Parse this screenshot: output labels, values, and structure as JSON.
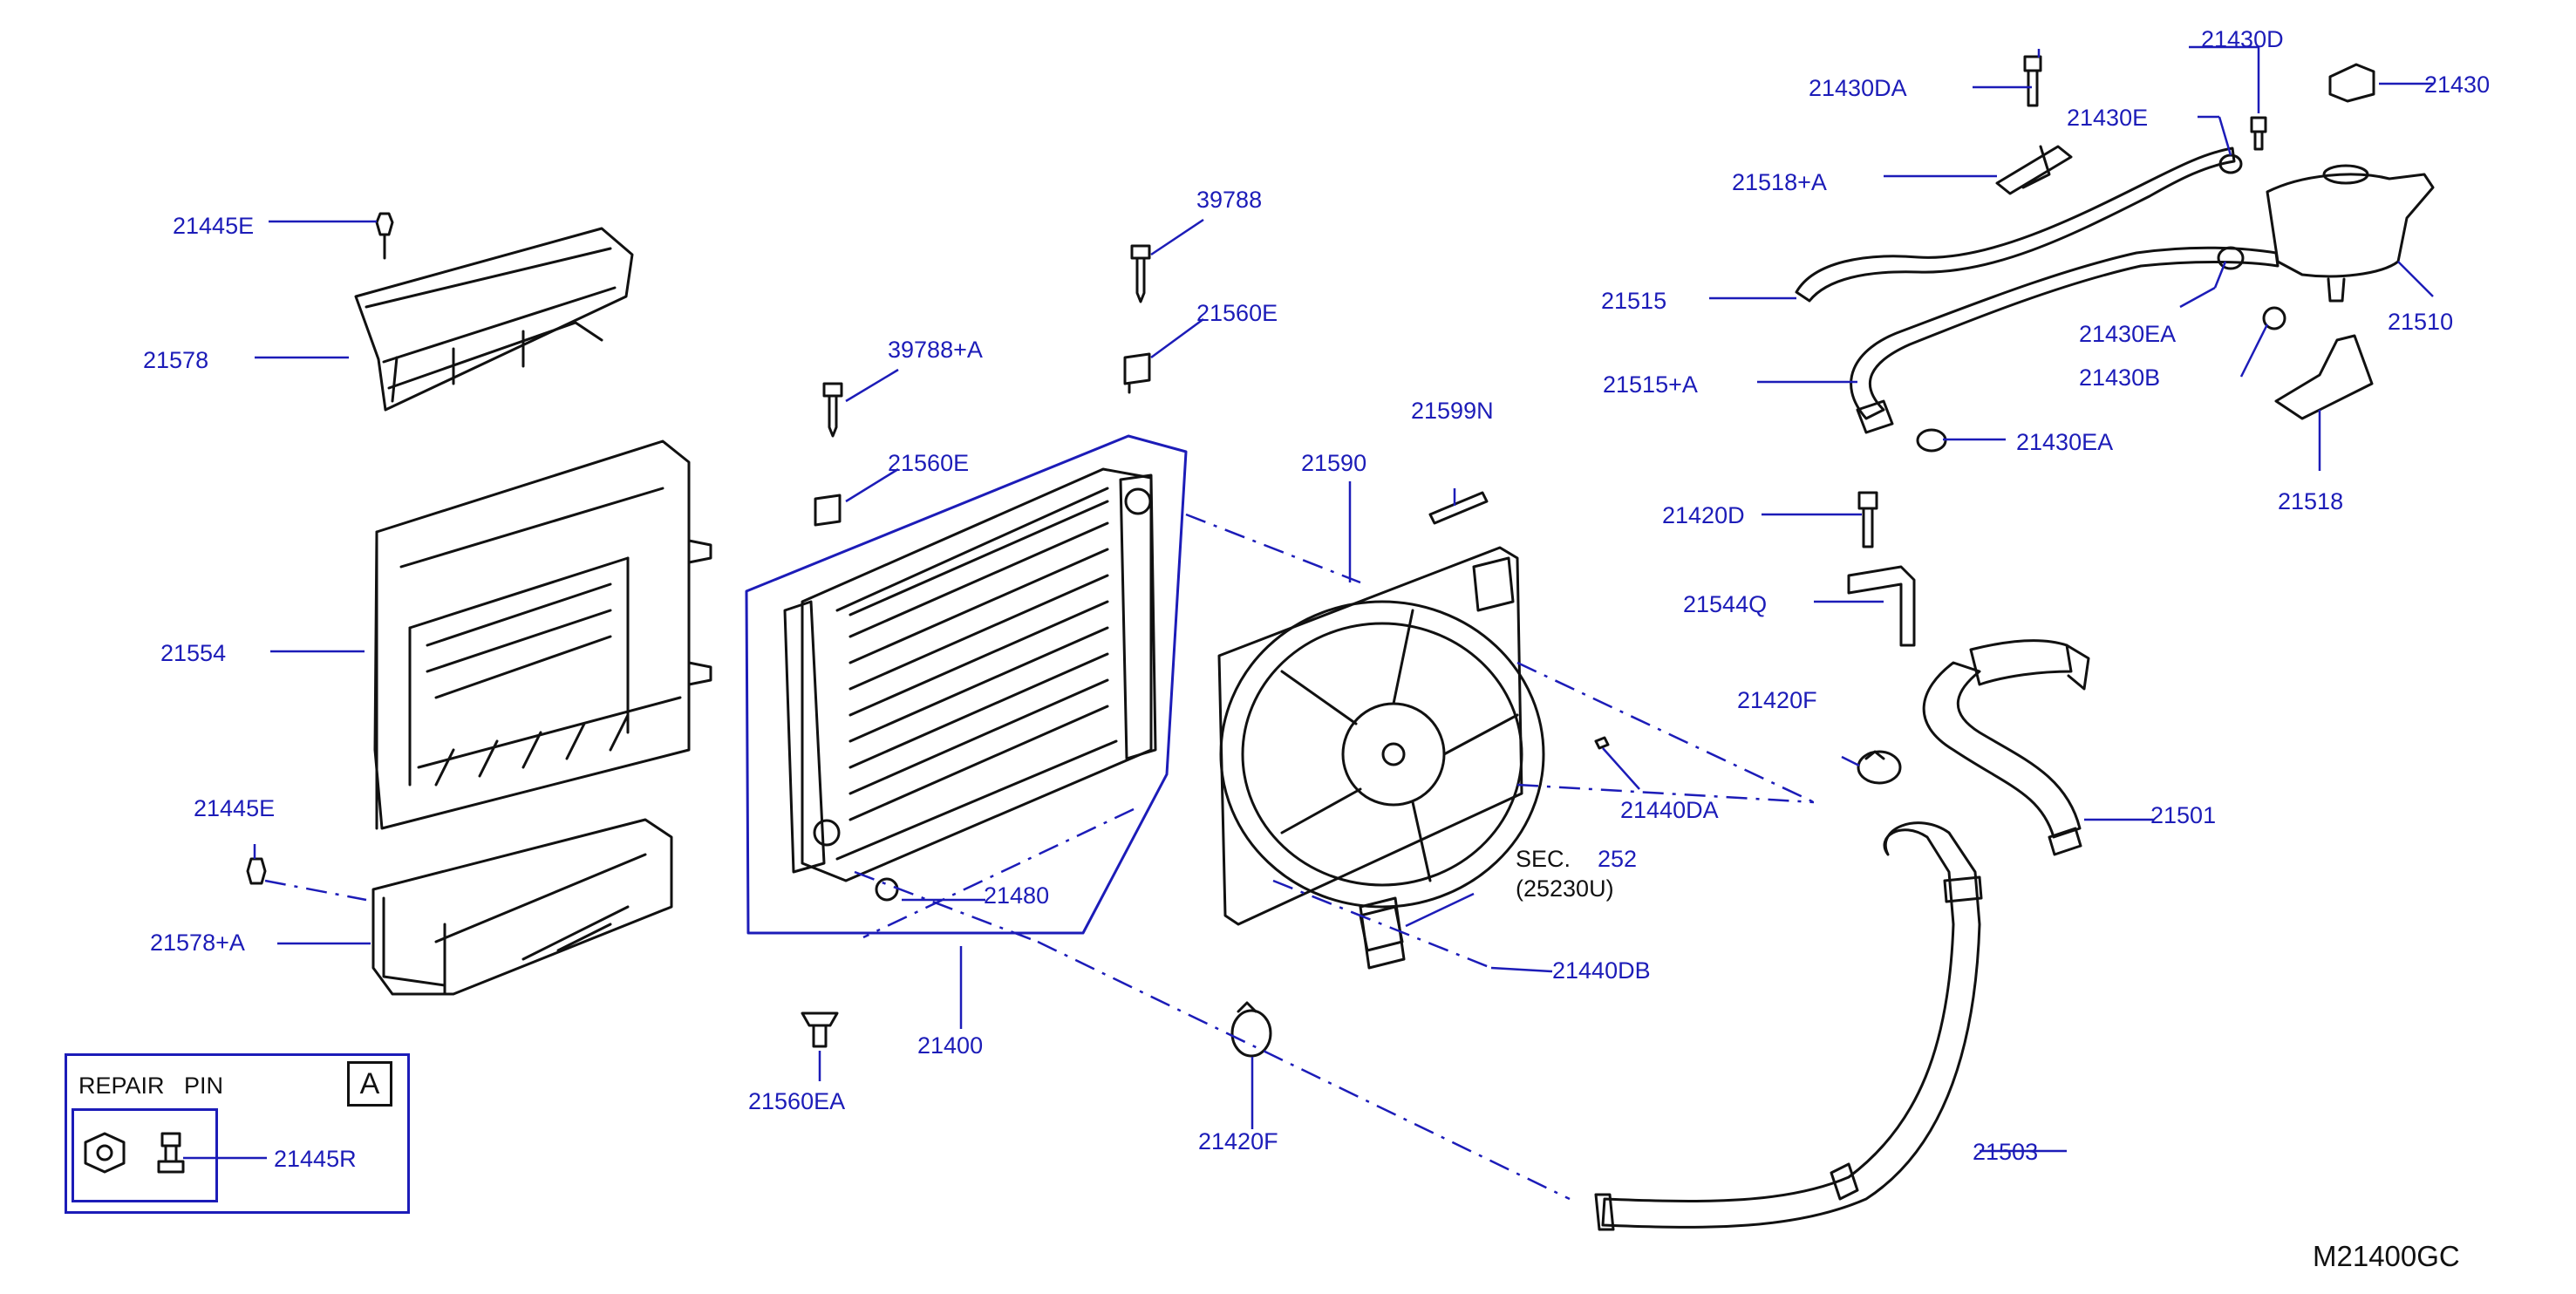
{
  "diagram_code": "M21400GC",
  "repair_pin": {
    "title": "REPAIR   PIN",
    "marker": "A",
    "part": "21445R"
  },
  "section_ref": {
    "sec_label": "SEC.",
    "sec_number": "252",
    "sub_part": "(25230U)"
  },
  "part_labels": [
    "21445E",
    "21578",
    "21554",
    "21445E",
    "21578+A",
    "39788",
    "21560E",
    "39788+A",
    "21560E",
    "21480",
    "21400",
    "21560EA",
    "21590",
    "21599N",
    "21440DA",
    "21440DB",
    "21420F",
    "21501",
    "21420F",
    "21503",
    "21430DA",
    "21430D",
    "21430",
    "21430E",
    "21518+A",
    "21515",
    "21510",
    "21430EA",
    "21515+A",
    "21430B",
    "21430EA",
    "21518",
    "21420D",
    "21544Q"
  ],
  "colors": {
    "label": "#1c1cb8",
    "line": "#1c1cb8",
    "ink": "#111111"
  }
}
